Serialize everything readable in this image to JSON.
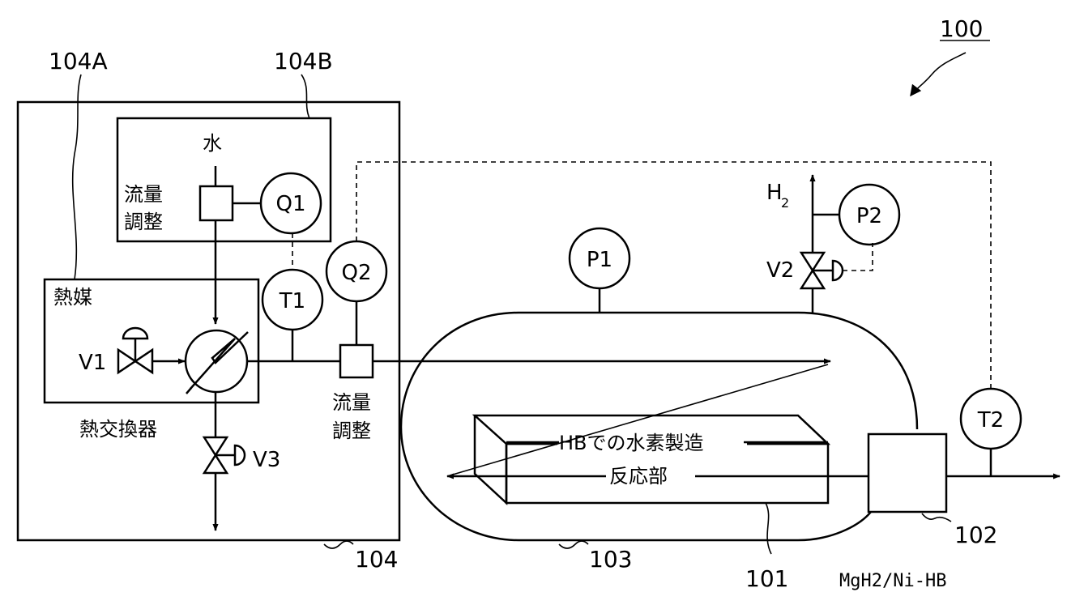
{
  "labels": {
    "system": "100",
    "heat_system": "104",
    "heat_medium_section": "104A",
    "water_section": "104B",
    "reactor_unit": "101",
    "unit_102": "102",
    "vessel": "103",
    "water": "水",
    "flow_adjust_1a": "流量",
    "flow_adjust_1b": "調整",
    "flow_adjust_2a": "流量",
    "flow_adjust_2b": "調整",
    "heat_medium": "熱媒",
    "heat_exchanger": "熱交換器",
    "reactor_line1": "HBでの水素製造",
    "reactor_line2": "反応部",
    "h2": "H",
    "h2_sub": "2",
    "material": "MgH2/Ni-HB"
  },
  "instruments": {
    "q1": "Q1",
    "q2": "Q2",
    "t1": "T1",
    "t2": "T2",
    "p1": "P1",
    "p2": "P2"
  },
  "valves": {
    "v1": "V1",
    "v2": "V2",
    "v3": "V3"
  }
}
